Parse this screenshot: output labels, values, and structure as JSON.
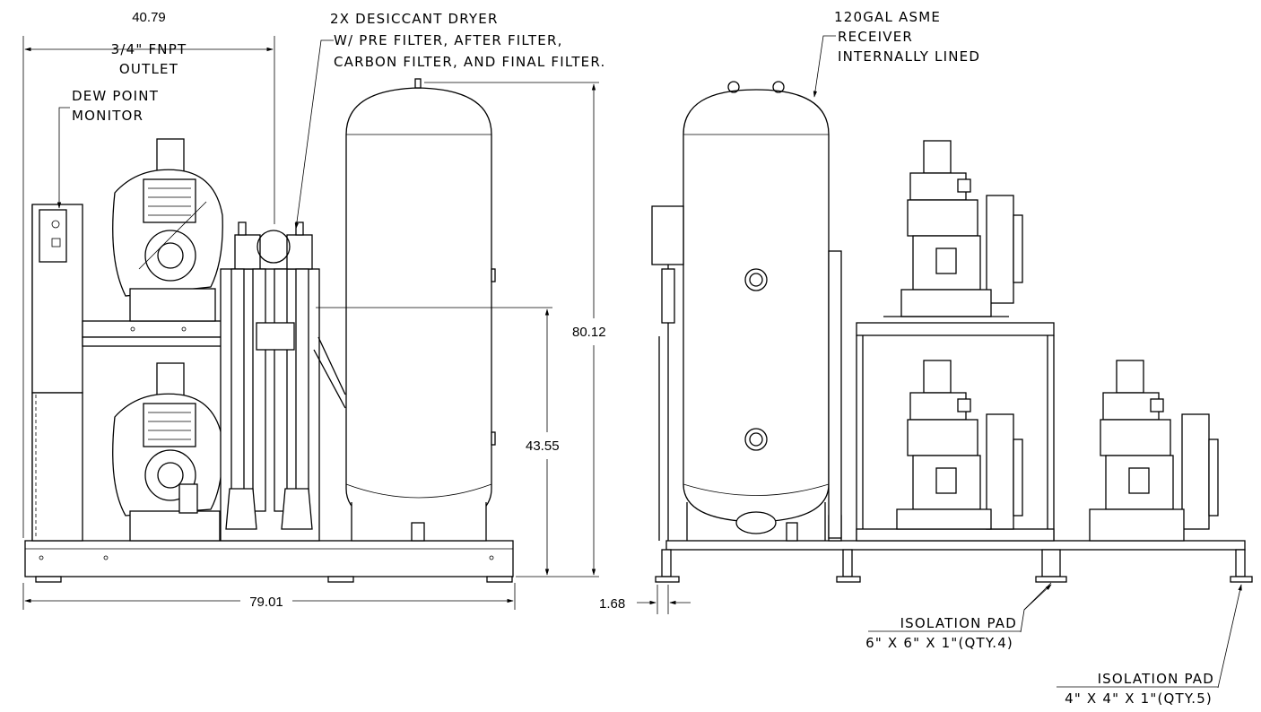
{
  "dimensions": {
    "top_width": "40.79",
    "overall_height": "80.12",
    "outlet_height": "43.55",
    "overall_length": "79.01",
    "pad_offset": "1.68"
  },
  "callouts": {
    "outlet": [
      "3/4\" FNPT",
      "OUTLET"
    ],
    "dew_point": [
      "DEW POINT",
      "MONITOR"
    ],
    "dryer": [
      "2X DESICCANT DRYER",
      "W/ PRE FILTER, AFTER FILTER,",
      "CARBON FILTER, AND FINAL FILTER."
    ],
    "receiver": [
      "120GAL ASME",
      "RECEIVER",
      "INTERNALLY LINED"
    ],
    "pad_large": [
      "ISOLATION PAD",
      "6\" X 6\" X 1\"(QTY.4)"
    ],
    "pad_small": [
      "ISOLATION PAD",
      "4\" X 4\" X 1\"(QTY.5)"
    ]
  },
  "colors": {
    "line": "#000000",
    "background": "#ffffff"
  }
}
